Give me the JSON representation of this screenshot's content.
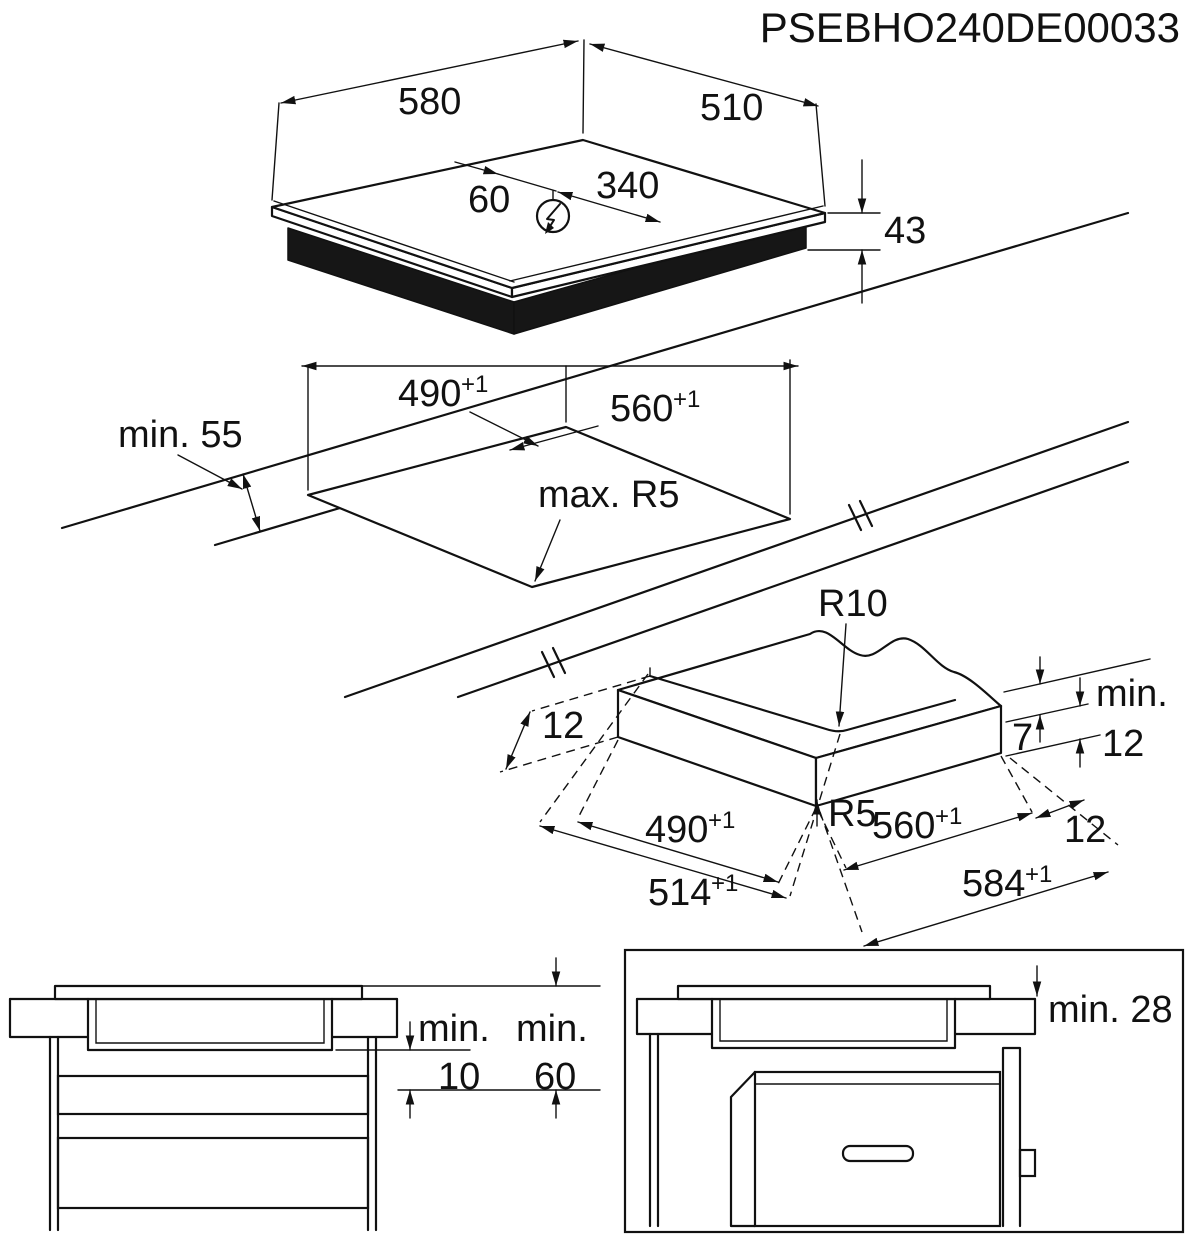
{
  "document_code": "PSEBHO240DE00033",
  "hob_view": {
    "width": "580",
    "depth": "510",
    "height": "43",
    "connection_offset": "60",
    "connection_span": "340"
  },
  "cutout_view": {
    "cutout_width": "490",
    "cutout_width_tol": "+1",
    "cutout_depth": "560",
    "cutout_depth_tol": "+1",
    "front_clearance": "min. 55",
    "corner_radius": "max. R5"
  },
  "edge_detail": {
    "top_radius": "R10",
    "corner_radius": "R5",
    "lip_width_left": "12",
    "lip_width_right": "12",
    "step_depth": "7",
    "min_label": "min.",
    "min_thickness": "12",
    "inner_width": "490",
    "inner_width_tol": "+1",
    "inner_depth": "560",
    "inner_depth_tol": "+1",
    "recess_width": "514",
    "recess_width_tol": "+1",
    "recess_depth": "584",
    "recess_depth_tol": "+1"
  },
  "cabinet_section": {
    "gap_label": "min.",
    "gap_value": "10",
    "clearance_label": "min.",
    "clearance_value": "60"
  },
  "oven_section": {
    "clearance": "min. 28"
  }
}
